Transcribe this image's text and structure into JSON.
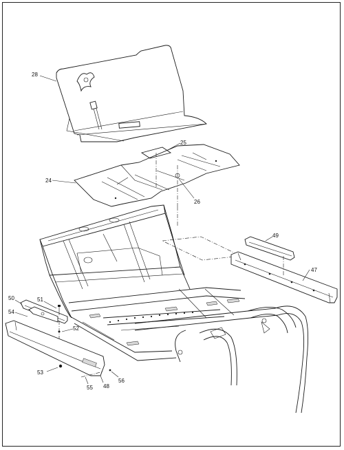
{
  "diagram": {
    "callouts": [
      {
        "id": "c28",
        "text": "28"
      },
      {
        "id": "c25",
        "text": "25"
      },
      {
        "id": "c24",
        "text": "24"
      },
      {
        "id": "c26",
        "text": "26"
      },
      {
        "id": "c49",
        "text": "49"
      },
      {
        "id": "c47",
        "text": "47"
      },
      {
        "id": "c50",
        "text": "50"
      },
      {
        "id": "c51",
        "text": "51"
      },
      {
        "id": "c54",
        "text": "54"
      },
      {
        "id": "c52",
        "text": "52"
      },
      {
        "id": "c53",
        "text": "53"
      },
      {
        "id": "c56",
        "text": "56"
      },
      {
        "id": "c48",
        "text": "48"
      },
      {
        "id": "c55",
        "text": "55"
      }
    ]
  }
}
